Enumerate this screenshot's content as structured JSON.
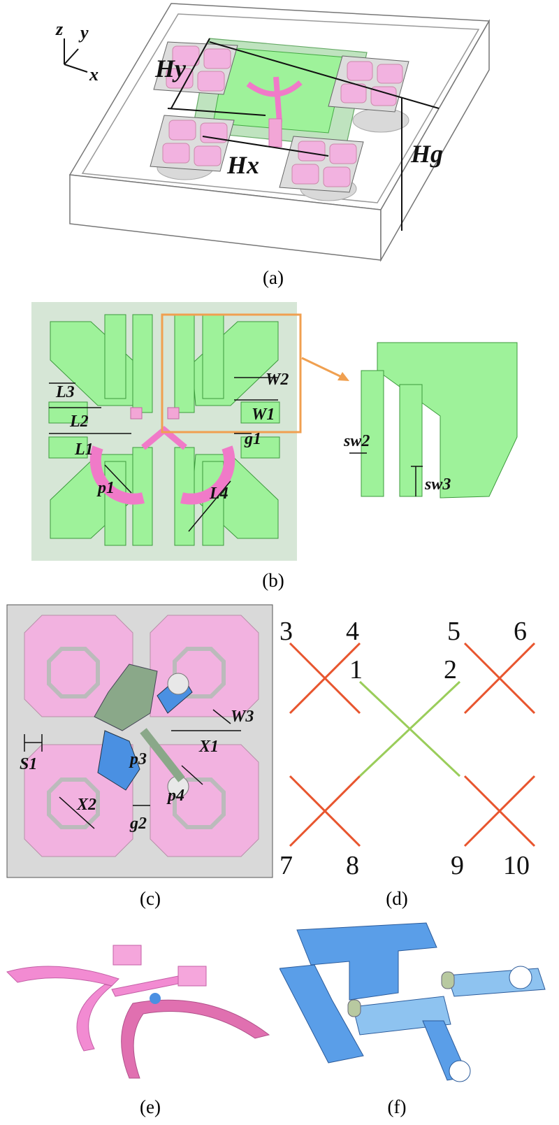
{
  "panels": {
    "a": {
      "caption": "(a)",
      "labels": {
        "x": "x",
        "y": "y",
        "z": "z",
        "hy": "Hy",
        "hx": "Hx",
        "hg": "Hg"
      }
    },
    "b": {
      "caption": "(b)",
      "labels": {
        "l1": "L1",
        "l2": "L2",
        "l3": "L3",
        "l4": "L4",
        "w1": "W1",
        "w2": "W2",
        "g1": "g1",
        "p1": "p1",
        "sw2": "sw2",
        "sw3": "sw3"
      }
    },
    "c": {
      "caption": "(c)",
      "labels": {
        "s1": "S1",
        "w3": "W3",
        "x1": "X1",
        "x2": "X2",
        "p3": "p3",
        "p4": "p4",
        "g2": "g2"
      }
    },
    "d": {
      "caption": "(d)",
      "numbers": [
        "3",
        "4",
        "1",
        "2",
        "5",
        "6",
        "7",
        "8",
        "9",
        "10"
      ]
    },
    "e": {
      "caption": "(e)"
    },
    "f": {
      "caption": "(f)"
    }
  },
  "colors": {
    "radiator_green": "#9ef29a",
    "parasitic_pink": "#f2b2e0",
    "feed_pink": "#f07ac8",
    "feed_blue": "#4a90e2",
    "substrate_gray": "#d9d9d9",
    "cross_red": "#e8552e",
    "cross_green": "#9acd5a"
  }
}
